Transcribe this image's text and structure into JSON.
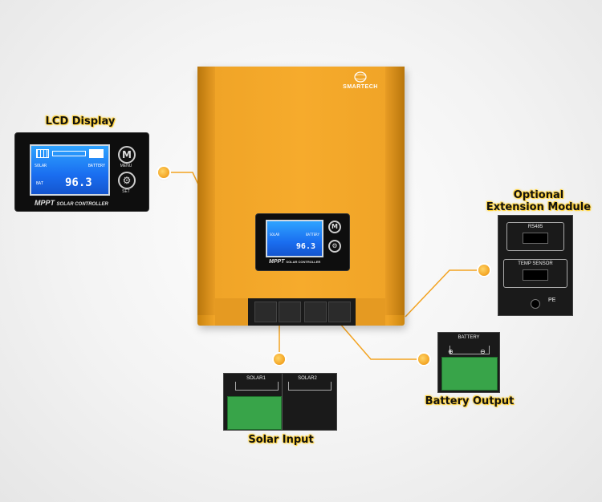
{
  "callouts": {
    "lcd_display": "LCD Display",
    "optional_extension": [
      "Optional",
      "Extension Module"
    ],
    "battery_output": "Battery Output",
    "solar_input": "Solar Input"
  },
  "brand": "SMARTECH",
  "lcd": {
    "reading": "96.3",
    "solar_label": "SOLAR",
    "battery_label": "BATTERY",
    "bat_label": "BAT",
    "menu_button": "MENU",
    "set_button": "SET",
    "menu_glyph": "M",
    "set_glyph": "⚙"
  },
  "controller_text": {
    "mppt": "MPPT",
    "subtitle": "SOLAR CONTROLLER"
  },
  "extension_module": {
    "port1": "RS485",
    "port2": "TEMP SENSOR",
    "ground": "PE"
  },
  "terminals": {
    "battery": "BATTERY",
    "solar1": "SOLAR1",
    "solar2": "SOLAR2"
  },
  "colors": {
    "device": "#f6ab2c",
    "accent_dot": "#f3a321",
    "lcd_blue": "#1a6ef0",
    "connector_green": "#38a449"
  }
}
